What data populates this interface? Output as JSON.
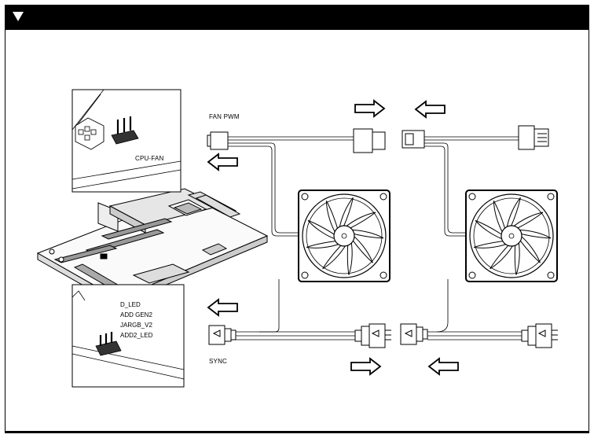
{
  "header": {
    "icon": "triangle-down-icon",
    "color": "#000000"
  },
  "labels": {
    "fan_pwm": "FAN PWM",
    "cpu_fan": "CPU-FAN",
    "sync": "SYNC",
    "argb_headers": [
      "D_LED",
      "ADD GEN2",
      "JARGB_V2",
      "ADD2_LED"
    ]
  },
  "icons": {
    "arrows": [
      "arrow-right-icon",
      "arrow-left-icon"
    ],
    "fan": "case-fan-icon",
    "motherboard": "motherboard-icon",
    "connector": "cable-connector-icon"
  }
}
